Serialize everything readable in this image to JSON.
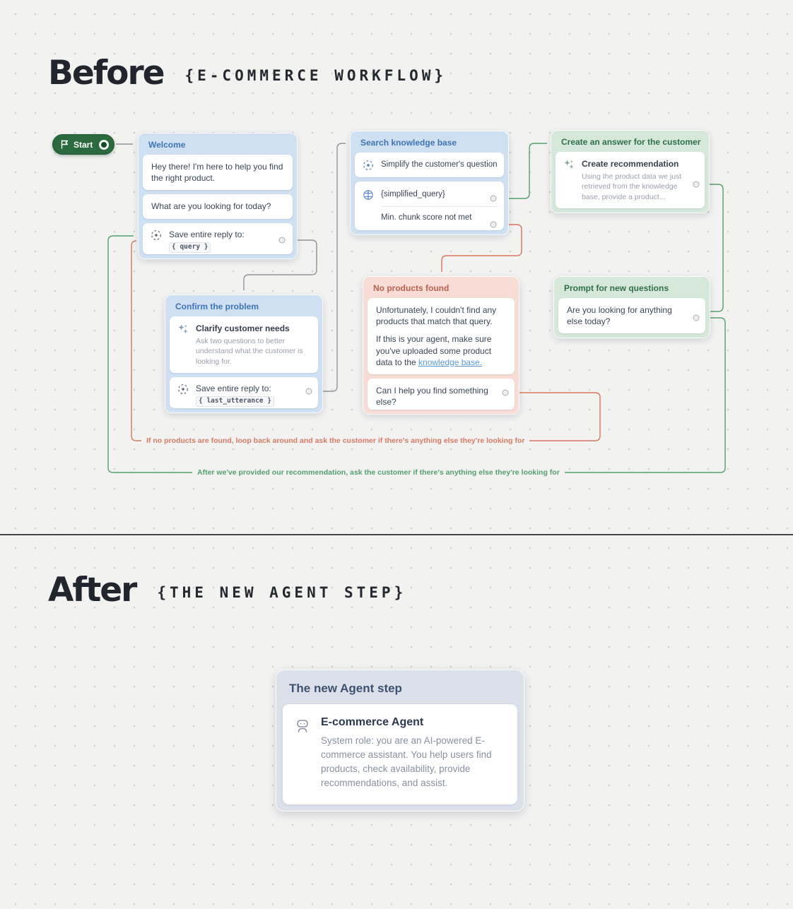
{
  "colors": {
    "background": "#f2f2f1",
    "blue_block": "#cfe0f3",
    "green_block": "#d6e8da",
    "red_block": "#f7ddd5",
    "agent_block": "#dbe0eb",
    "edge_gray": "#909498",
    "edge_green": "#55a06d",
    "edge_red": "#d8765f",
    "link_blue": "#5b9bd5",
    "start_green": "#2b6a3e"
  },
  "before": {
    "title": "Before",
    "subtitle": "{E-COMMERCE WORKFLOW}",
    "start": {
      "label": "Start"
    },
    "welcome": {
      "title": "Welcome",
      "msg1": "Hey there! I'm here to help you find the right product.",
      "msg2": "What are you looking for today?",
      "save_label": "Save entire reply to:",
      "save_var": "{ query }"
    },
    "search": {
      "title": "Search knowledge base",
      "step1": "Simplify the customer's question",
      "var": "{simplified_query}",
      "fail": "Min. chunk score not met"
    },
    "create": {
      "title": "Create an answer for the customer",
      "step_title": "Create recommendation",
      "step_desc": "Using the product data we just retrieved from the knowledge base, provide a product..."
    },
    "confirm": {
      "title": "Confirm the problem",
      "step1_title": "Clarify customer needs",
      "step1_desc": "Ask two questions to better understand what the customer is looking for.",
      "save_label": "Save entire reply to:",
      "save_var": "{ last_utterance }"
    },
    "noproducts": {
      "title": "No products found",
      "p1": "Unfortunately, I couldn't find any products that match that query.",
      "p2_prefix": "If this is your agent, make sure you've uploaded some product data to the ",
      "p2_link": "knowledge base.",
      "msg2": "Can I help you find something else?"
    },
    "prompt": {
      "title": "Prompt for new questions",
      "msg": "Are you looking for anything else today?"
    },
    "edge_labels": {
      "red": "If no products are found, loop back around and ask the customer if there's anything else they're looking for",
      "green": "After we've provided our recommendation, ask the customer if there's anything else they're looking for"
    }
  },
  "after": {
    "title": "After",
    "subtitle": "{THE NEW AGENT STEP}",
    "agent": {
      "title": "The new Agent step",
      "name": "E-commerce Agent",
      "desc": "System role: you are an AI-powered E-commerce assistant. You help users find products, check availability, provide recommendations, and assist."
    }
  }
}
